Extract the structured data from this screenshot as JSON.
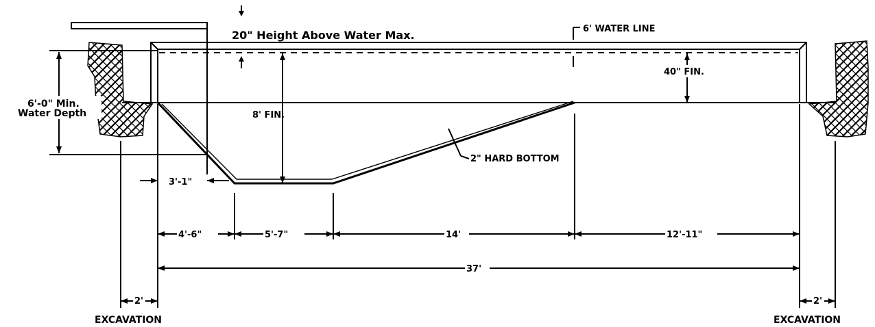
{
  "labels": {
    "height_above_water": "20\" Height Above Water Max.",
    "water_line": "6' WATER LINE",
    "fin_40": "40\" FIN.",
    "fin_8": "8' FIN.",
    "water_depth_line1": "6'-0\" Min.",
    "water_depth_line2": "Water Depth",
    "hard_bottom": "2\" HARD BOTTOM",
    "dim_3_1": "3'-1\"",
    "dim_4_6": "4'-6\"",
    "dim_5_7": "5'-7\"",
    "dim_14": "14'",
    "dim_12_11": "12'-11\"",
    "dim_37": "37'",
    "dim_2_left": "2'",
    "dim_2_right": "2'",
    "excavation_left": "EXCAVATION",
    "excavation_right": "EXCAVATION"
  }
}
